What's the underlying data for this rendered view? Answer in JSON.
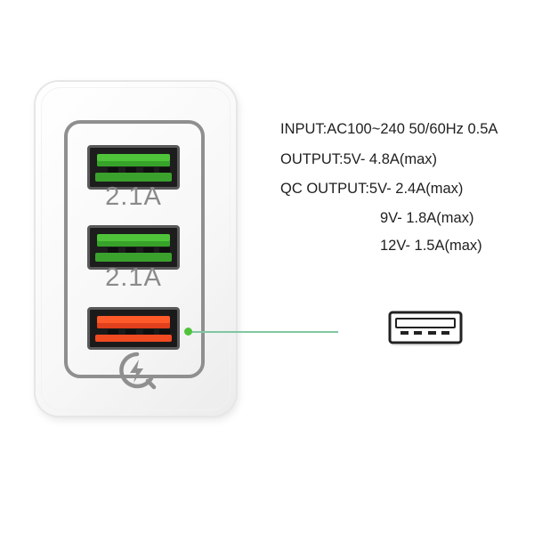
{
  "ports": [
    {
      "label": "2.1A",
      "color": "#4fc43a"
    },
    {
      "label": "2.1A",
      "color": "#4fc43a"
    },
    {
      "label": "",
      "color": "#ff5a2a"
    }
  ],
  "specs": {
    "input": "INPUT:AC100~240 50/60Hz 0.5A",
    "output": "OUTPUT:5V- 4.8A(max)",
    "qc_output": "QC OUTPUT:5V- 2.4A(max)",
    "qc_9v": "9V- 1.8A(max)",
    "qc_12v": "12V- 1.5A(max)"
  },
  "icons": {
    "quick_charge": "quick-charge-icon",
    "usb": "usb-a-port-icon"
  },
  "colors": {
    "green_port": "#4fc43a",
    "qc_port": "#ff5a2a",
    "leader_line": "#7fc7a1"
  }
}
